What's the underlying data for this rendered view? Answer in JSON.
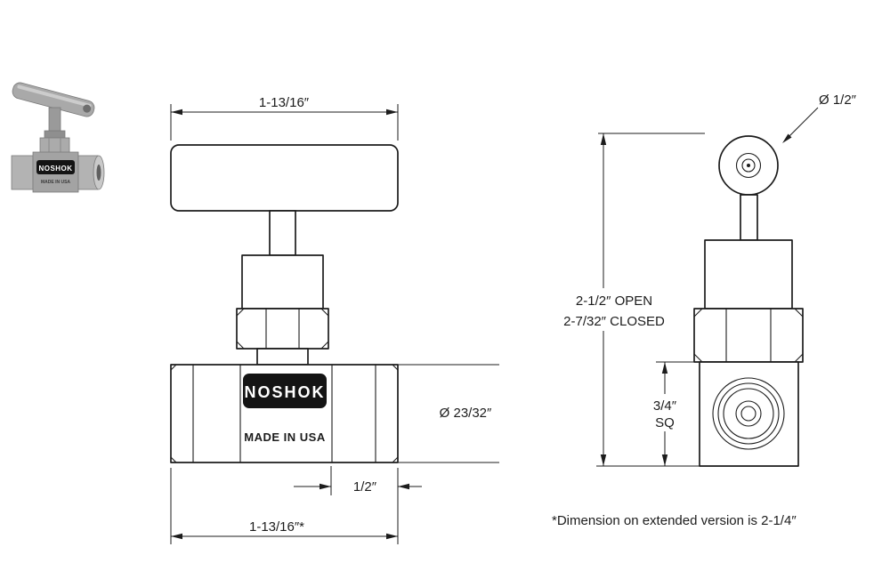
{
  "front_view": {
    "top_width_dim": "1-13/16″",
    "diameter_dim": "Ø 23/32″",
    "port_dim": "1/2″",
    "bottom_width_dim": "1-13/16″*",
    "brand": "NOSHOK",
    "origin": "MADE IN USA"
  },
  "side_view": {
    "handle_diameter_dim": "Ø 1/2″",
    "height_open_dim": "2-1/2″ OPEN",
    "height_closed_dim": "2-7/32″ CLOSED",
    "square_dim_value": "3/4″",
    "square_dim_unit": "SQ"
  },
  "thumbnail": {
    "brand": "NOSHOK",
    "origin": "MADE IN USA"
  },
  "footnote": "*Dimension on extended version is 2-1/4″",
  "colors": {
    "line": "#1c1c1c",
    "logo_background": "#141414",
    "logo_text": "#ffffff"
  }
}
